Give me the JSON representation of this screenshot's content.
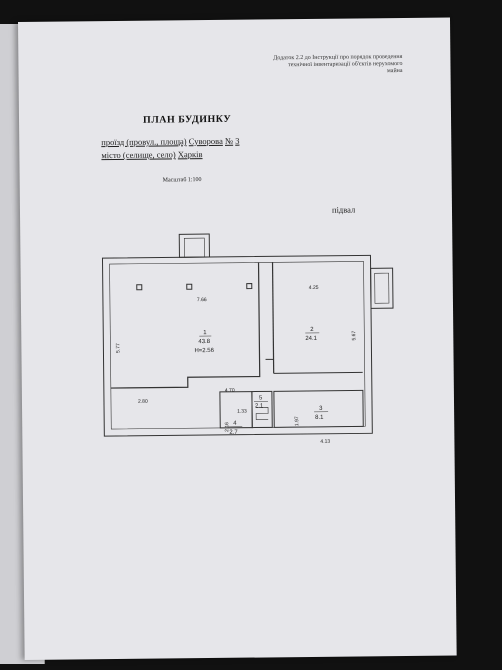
{
  "note": {
    "line1": "Додаток 2.2 до Інструкції про порядок проведення",
    "line2": "технічної інвентаризації об'єктів нерухомого",
    "line3": "майна"
  },
  "title": "ПЛАН БУДИНКУ",
  "address": {
    "street_prefix": "проїзд (провул., площа)",
    "street_name": "Суворова",
    "number_prefix": "№",
    "number": "3",
    "city_prefix": "місто (селище, село)",
    "city_name": "Харків"
  },
  "scale": "Масштаб 1:100",
  "floor_label": "підвал",
  "plan": {
    "dims": {
      "top_left": "7.66",
      "top_right": "4.25",
      "left_side": "5.77",
      "right_side": "5.67",
      "bottom_left": "2.80",
      "mid": "4.70",
      "stair_w": "1.33",
      "small_h": "2.16",
      "r3_h": "1.97",
      "r3_w": "4.13"
    },
    "rooms": [
      {
        "no": "1",
        "area": "43.8",
        "height": "H=2.56"
      },
      {
        "no": "2",
        "area": "24.1"
      },
      {
        "no": "3",
        "area": "8.1"
      },
      {
        "no": "4",
        "area": "2.7"
      },
      {
        "no": "5",
        "area": "2.1"
      }
    ]
  }
}
